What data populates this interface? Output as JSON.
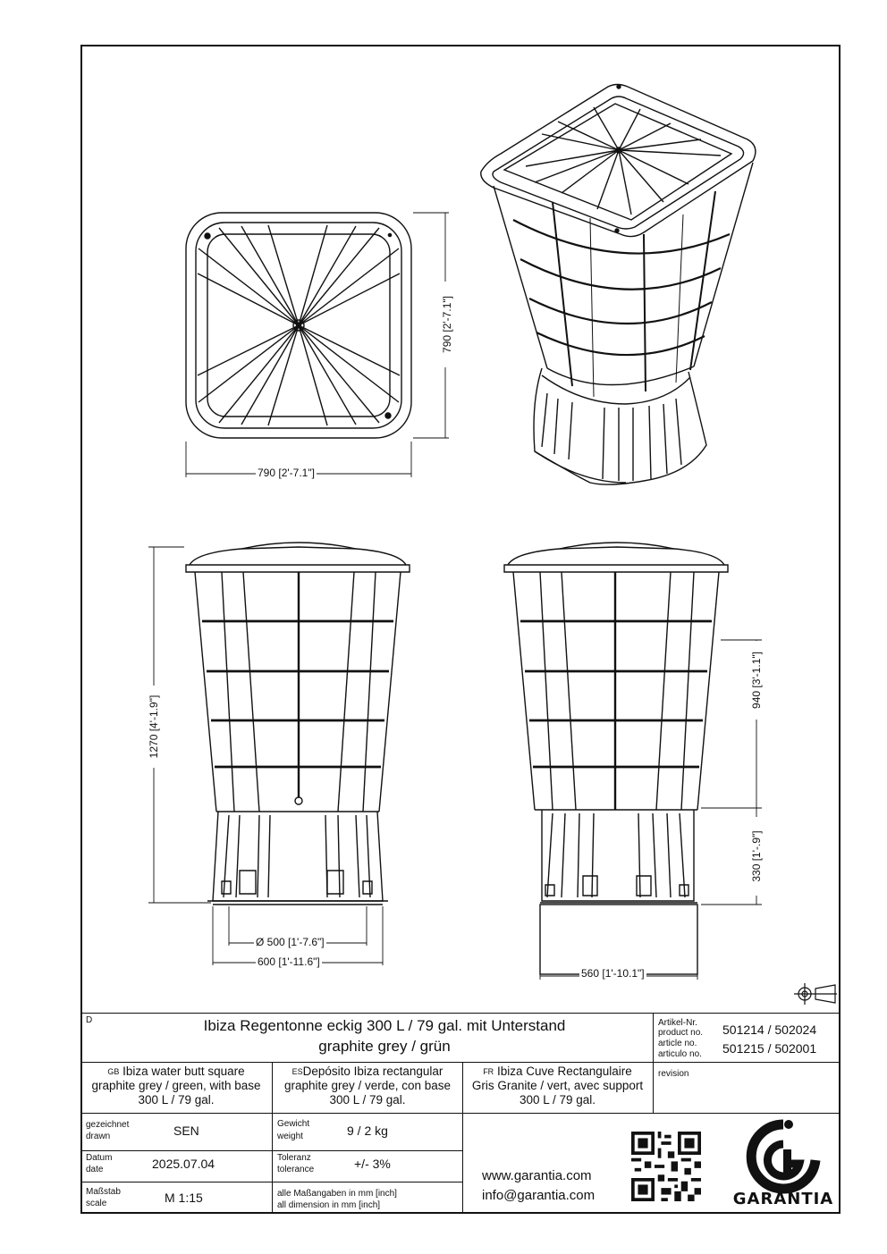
{
  "dimensions": {
    "top_width": "790 [2'-7.1\"]",
    "top_depth": "790 [2'-7.1\"]",
    "total_height": "1270 [4'-1.9\"]",
    "tank_height": "940 [3'-1.1\"]",
    "base_height": "330 [1'-.9\"]",
    "base_diameter": "Ø 500 [1'-7.6\"]",
    "base_width": "600 [1'-11.6\"]",
    "base_side_width": "560 [1'-10.1\"]"
  },
  "title_block": {
    "section_d": "D",
    "title_line1": "Ibiza Regentonne eckig 300 L / 79 gal. mit Unterstand",
    "title_line2": "graphite grey / grün",
    "article_labels": [
      "Artikel-Nr.",
      "product no.",
      "article no.",
      "articulo no."
    ],
    "article_no_1": "501214 / 502024",
    "article_no_2": "501215 / 502001",
    "gb_code": "GB",
    "gb_line1": "Ibiza water butt square",
    "gb_line2": "graphite grey / green, with base",
    "gb_line3": "300 L / 79  gal.",
    "es_code": "ES",
    "es_line1": "Depósito  Ibiza rectangular",
    "es_line2": "graphite grey / verde, con base",
    "es_line3": "300 L / 79 gal.",
    "fr_code": "FR",
    "fr_line1": "Ibiza Cuve Rectangulaire",
    "fr_line2": "Gris Granite / vert, avec support",
    "fr_line3": "300 L / 79 gal.",
    "revision_label": "revision",
    "drawn_label1": "gezeichnet",
    "drawn_label2": "drawn",
    "drawn_value": "SEN",
    "weight_label1": "Gewicht",
    "weight_label2": "weight",
    "weight_value": "9 / 2  kg",
    "date_label1": "Datum",
    "date_label2": "date",
    "date_value": "2025.07.04",
    "tolerance_label1": "Toleranz",
    "tolerance_label2": "tolerance",
    "tolerance_value": "+/- 3%",
    "scale_label1": "Maßstab",
    "scale_label2": "scale",
    "scale_value": "M 1:15",
    "units_line1": "alle Maßangaben in mm [inch]",
    "units_line2": "all dimension in mm [inch]",
    "website": "www.garantia.com",
    "email": "info@garantia.com",
    "brand": "GARANTIA"
  }
}
